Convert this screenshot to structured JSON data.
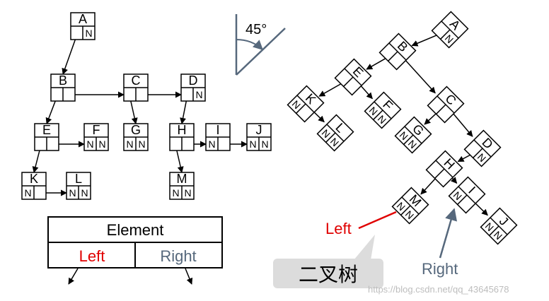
{
  "left_tree": {
    "nodes": [
      {
        "id": "A",
        "l": "",
        "r": "N"
      },
      {
        "id": "B",
        "l": "",
        "r": ""
      },
      {
        "id": "C",
        "l": "",
        "r": ""
      },
      {
        "id": "D",
        "l": "",
        "r": "N"
      },
      {
        "id": "E",
        "l": "",
        "r": ""
      },
      {
        "id": "F",
        "l": "N",
        "r": "N"
      },
      {
        "id": "G",
        "l": "N",
        "r": "N"
      },
      {
        "id": "H",
        "l": "",
        "r": ""
      },
      {
        "id": "I",
        "l": "N",
        "r": ""
      },
      {
        "id": "J",
        "l": "N",
        "r": "N"
      },
      {
        "id": "K",
        "l": "N",
        "r": ""
      },
      {
        "id": "L",
        "l": "N",
        "r": "N"
      },
      {
        "id": "M",
        "l": "N",
        "r": "N"
      }
    ]
  },
  "right_tree": {
    "nodes": [
      {
        "id": "A",
        "l": "",
        "r": "N"
      },
      {
        "id": "B",
        "l": "",
        "r": ""
      },
      {
        "id": "E",
        "l": "",
        "r": ""
      },
      {
        "id": "K",
        "l": "N",
        "r": ""
      },
      {
        "id": "L",
        "l": "N",
        "r": "N"
      },
      {
        "id": "F",
        "l": "N",
        "r": "N"
      },
      {
        "id": "C",
        "l": "",
        "r": ""
      },
      {
        "id": "G",
        "l": "N",
        "r": "N"
      },
      {
        "id": "D",
        "l": "",
        "r": "N"
      },
      {
        "id": "H",
        "l": "",
        "r": ""
      },
      {
        "id": "M",
        "l": "N",
        "r": "N"
      },
      {
        "id": "I",
        "l": "N",
        "r": ""
      },
      {
        "id": "J",
        "l": "N",
        "r": "N"
      }
    ],
    "left_label": "Left",
    "right_label": "Right"
  },
  "angle_label": "45°",
  "legend": {
    "element": "Element",
    "left": "Left",
    "right": "Right"
  },
  "caption": "二叉树",
  "watermark": "https://blog.csdn.net/qq_43645678",
  "colors": {
    "left": "#e00000",
    "right": "#56687c",
    "box": "#000000"
  }
}
